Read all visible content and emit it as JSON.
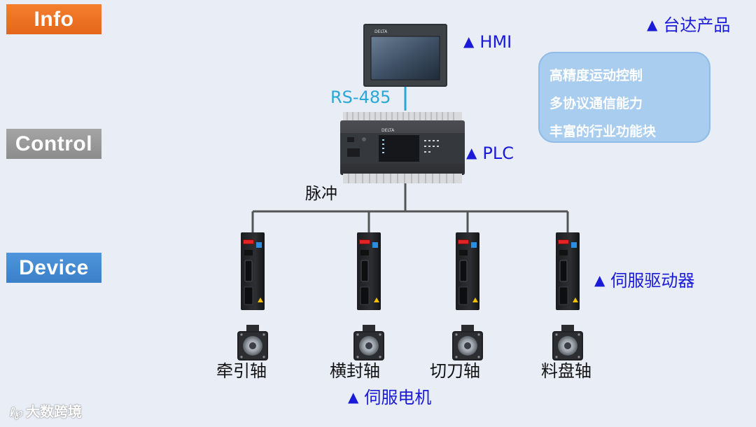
{
  "layers": {
    "info": "Info",
    "control": "Control",
    "device": "Device"
  },
  "tags": {
    "triangle": "▲",
    "hmi": "HMI",
    "plc": "PLC",
    "brand": "台达产品",
    "servo_drive": "伺服驱动器",
    "servo_motor": "伺服电机"
  },
  "connections": {
    "rs485": "RS-485",
    "pulse": "脉冲"
  },
  "features": [
    "高精度运动控制",
    "多协议通信能力",
    "丰富的行业功能块"
  ],
  "axes": [
    "牵引轴",
    "横封轴",
    "切刀轴",
    "料盘轴"
  ],
  "device_brand_text": "DELTA",
  "watermark": {
    "logo": "ℓ℘",
    "text": "大数跨境"
  },
  "colors": {
    "info": "#f47f2e",
    "control": "#9a9a9a",
    "device": "#4a8fd6",
    "tag_blue": "#1a1ad8",
    "rs485_cyan": "#29a8d8",
    "feature_box": "#a9cdef"
  }
}
